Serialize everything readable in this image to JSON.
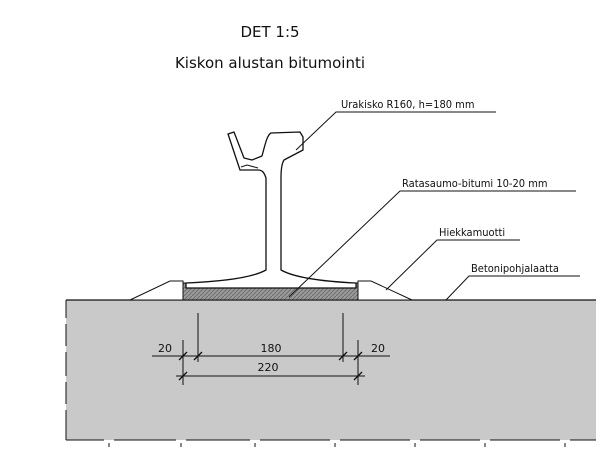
{
  "drawing": {
    "title_line1": "DET 1:5",
    "title_line2": "Kiskon alustan bitumointi"
  },
  "labels": {
    "rail": "Urakisko R160, h=180 mm",
    "bitumen": "Ratasaumo-bitumi 10-20 mm",
    "sand_mould": "Hiekkamuotti",
    "concrete_slab": "Betonipohjalaatta"
  },
  "dimensions": {
    "left_offset": "20",
    "foot_width": "180",
    "right_offset": "20",
    "total_width": "220"
  },
  "colors": {
    "concrete": "#c9c9c9",
    "bitumen": "#8f8f8f",
    "line": "#111111"
  }
}
